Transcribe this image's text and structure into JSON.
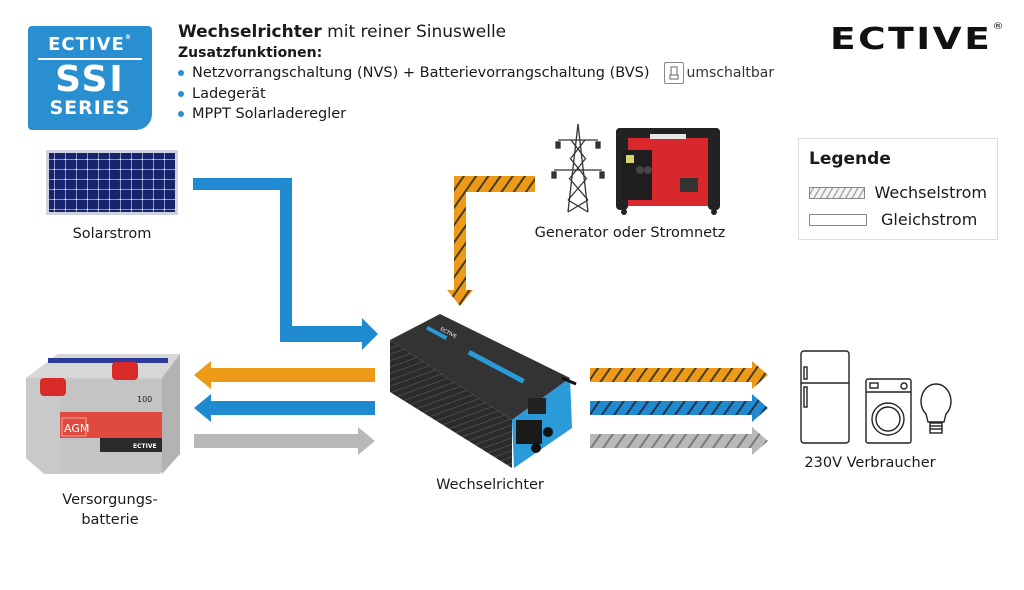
{
  "badge": {
    "brand": "ECTIVE",
    "reg": "®",
    "series_code": "SSI",
    "series_word": "SERIES"
  },
  "header": {
    "title_bold": "Wechselrichter",
    "title_rest": " mit reiner Sinuswelle",
    "subtitle": "Zusatzfunktionen:",
    "bullets": [
      "Netzvorrangschaltung (NVS) + Batterievorrangschaltung (BVS)",
      "Ladegerät",
      "MPPT Solarladeregler"
    ],
    "switch_note": "umschaltbar"
  },
  "logo": {
    "text": "ECTIVE",
    "reg": "®"
  },
  "legend": {
    "title": "Legende",
    "items": [
      {
        "label": "Wechselstrom",
        "type": "ac"
      },
      {
        "label": "Gleichstrom",
        "type": "dc"
      }
    ]
  },
  "nodes": {
    "solar": "Solarstrom",
    "generator": "Generator oder Stromnetz",
    "battery_line1": "Versorgungs-",
    "battery_line2": "batterie",
    "inverter": "Wechselrichter",
    "consumer": "230V Verbraucher"
  },
  "product_text": {
    "battery_type": "AGM",
    "battery_capacity": "100",
    "battery_brand": "ECTIVE",
    "inverter_brand": "ECTIVE"
  },
  "colors": {
    "blue": "#1f8ad0",
    "orange": "#ec9a17",
    "gray": "#b8b8b8",
    "badge_blue": "#2a8fd0",
    "stripe": "#333333"
  }
}
